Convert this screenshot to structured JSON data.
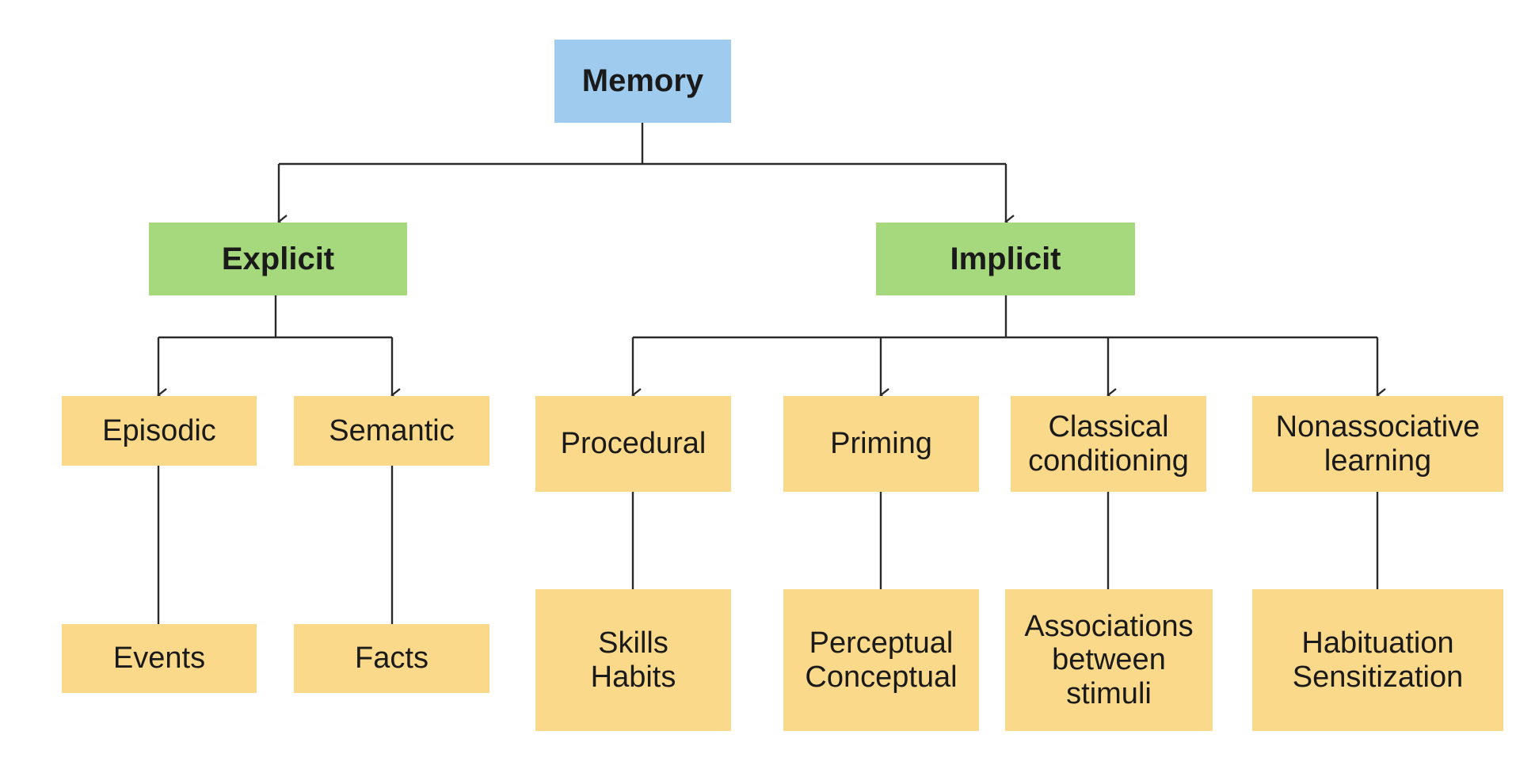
{
  "title": "Memory",
  "colors": {
    "root_fill": "#9fcbee",
    "category_fill": "#a6d97d",
    "leaf_fill": "#fbd98a",
    "line": "#2a2a2a",
    "text": "#1a1a1a"
  },
  "root": {
    "label": "Memory"
  },
  "categories": [
    {
      "id": "explicit",
      "label": "Explicit",
      "parent": "root"
    },
    {
      "id": "implicit",
      "label": "Implicit",
      "parent": "root"
    }
  ],
  "subtypes": [
    {
      "id": "episodic",
      "lines": [
        "Episodic"
      ],
      "parent": "explicit"
    },
    {
      "id": "semantic",
      "lines": [
        "Semantic"
      ],
      "parent": "explicit"
    },
    {
      "id": "procedural",
      "lines": [
        "Procedural"
      ],
      "parent": "implicit"
    },
    {
      "id": "priming",
      "lines": [
        "Priming"
      ],
      "parent": "implicit"
    },
    {
      "id": "classical",
      "lines": [
        "Classical",
        "conditioning"
      ],
      "parent": "implicit"
    },
    {
      "id": "nonassociative",
      "lines": [
        "Nonassociative",
        "learning"
      ],
      "parent": "implicit"
    }
  ],
  "examples": [
    {
      "id": "events",
      "lines": [
        "Events"
      ],
      "parent": "episodic"
    },
    {
      "id": "facts",
      "lines": [
        "Facts"
      ],
      "parent": "semantic"
    },
    {
      "id": "skills",
      "lines": [
        "Skills",
        "Habits"
      ],
      "parent": "procedural"
    },
    {
      "id": "perceptual",
      "lines": [
        "Perceptual",
        "Conceptual"
      ],
      "parent": "priming"
    },
    {
      "id": "associations",
      "lines": [
        "Associations",
        "between",
        "stimuli"
      ],
      "parent": "classical"
    },
    {
      "id": "habituation",
      "lines": [
        "Habituation",
        "Sensitization"
      ],
      "parent": "nonassociative"
    }
  ]
}
